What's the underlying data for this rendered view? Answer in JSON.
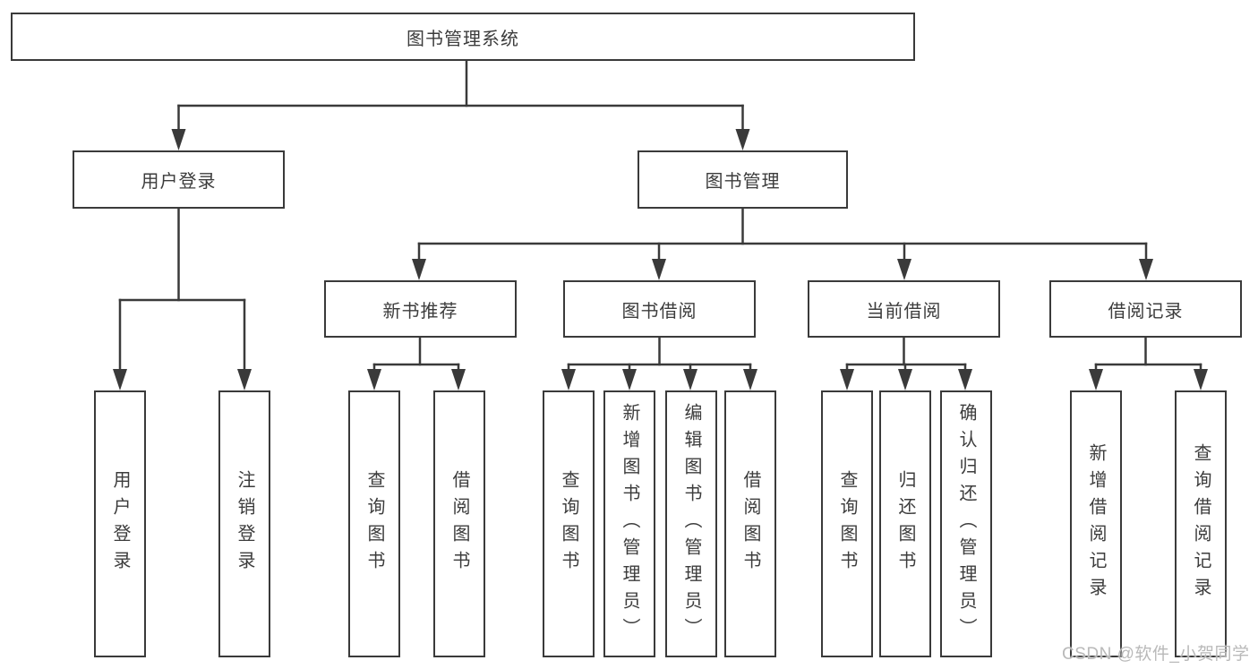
{
  "colors": {
    "line": "#3a3a3a",
    "border": "#3a3a3a",
    "text": "#3c3c3c",
    "watermark": "#b9b9b9",
    "background": "#ffffff"
  },
  "watermark": {
    "text": "CSDN @软件_小贺同学"
  },
  "tree": {
    "label": "图书管理系统",
    "children": [
      {
        "label": "用户登录",
        "children": [
          {
            "label": "用户登录"
          },
          {
            "label": "注销登录"
          }
        ]
      },
      {
        "label": "图书管理",
        "children": [
          {
            "label": "新书推荐",
            "children": [
              {
                "label": "查询图书"
              },
              {
                "label": "借阅图书"
              }
            ]
          },
          {
            "label": "图书借阅",
            "children": [
              {
                "label": "查询图书"
              },
              {
                "label": "新增图书（管理员）"
              },
              {
                "label": "编辑图书（管理员）"
              },
              {
                "label": "借阅图书"
              }
            ]
          },
          {
            "label": "当前借阅",
            "children": [
              {
                "label": "查询图书"
              },
              {
                "label": "归还图书"
              },
              {
                "label": "确认归还（管理员）"
              }
            ]
          },
          {
            "label": "借阅记录",
            "children": [
              {
                "label": "新增借阅记录"
              },
              {
                "label": "查询借阅记录"
              }
            ]
          }
        ]
      }
    ]
  }
}
